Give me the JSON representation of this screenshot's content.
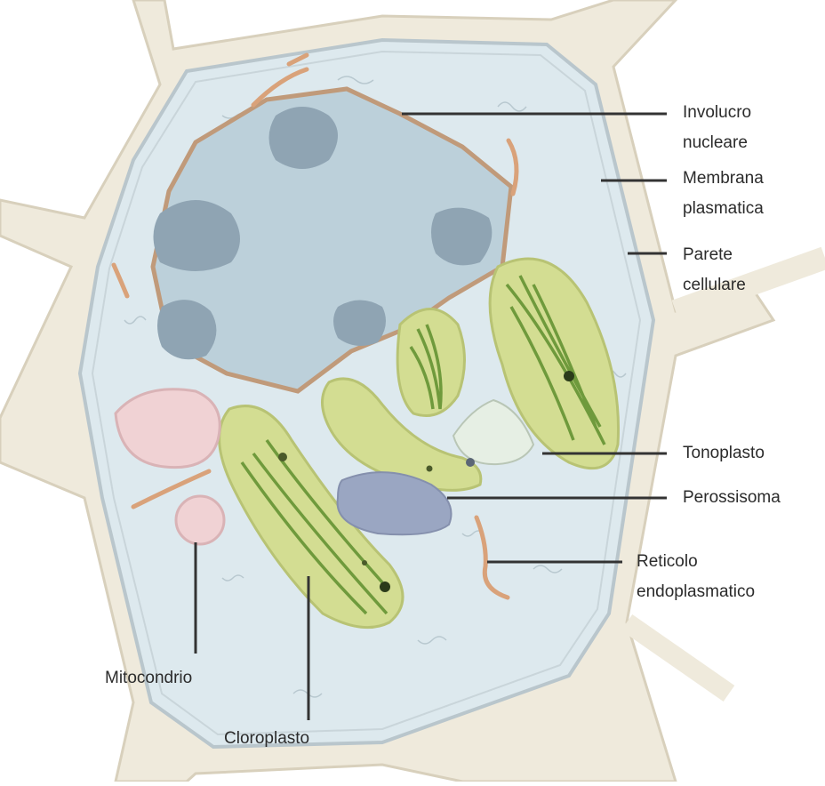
{
  "diagram": {
    "labels": {
      "involucro_nucleare": [
        "Involucro",
        "nucleare"
      ],
      "membrana_plasmatica": [
        "Membrana",
        "plasmatica"
      ],
      "parete_cellulare": [
        "Parete",
        "cellulare"
      ],
      "tonoplasto": "Tonoplasto",
      "perossisoma": "Perossisoma",
      "reticolo_endoplasmatico": [
        "Reticolo",
        "endoplasmatico"
      ],
      "mitocondrio": "Mitocondrio",
      "cloroplasto": "Cloroplasto"
    },
    "colors": {
      "cell_wall": "#efeadc",
      "cell_wall_edge": "#d8d0bc",
      "cytoplasm": "#dde9ee",
      "cytoplasm_edge": "#b9c6cc",
      "nucleus": "#bcd0da",
      "nuclear_envelope": "#c09a7a",
      "chromatin": "#8fa4b3",
      "chloroplast": "#d3dd92",
      "chloroplast_edge": "#b8c374",
      "thylakoid": "#6f9a3c",
      "mitochondrion": "#f0d2d4",
      "peroxisome": "#9aa6c2",
      "vacuole": "#e6efe4",
      "er": "#d9a27a",
      "leader_line": "#333333"
    }
  }
}
